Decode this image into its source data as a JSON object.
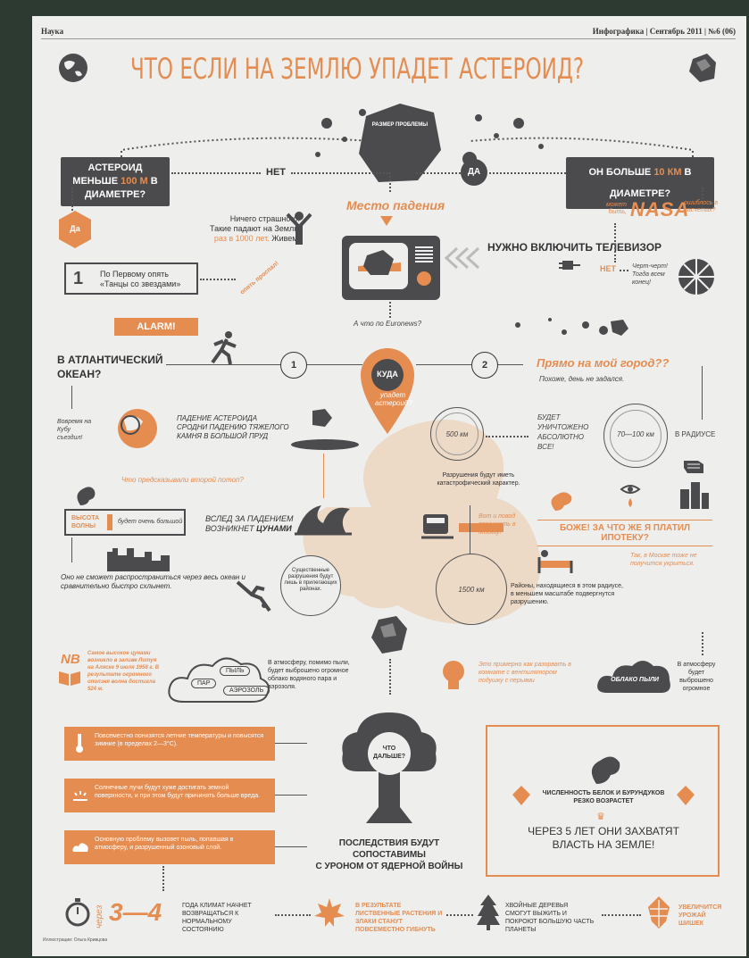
{
  "header": {
    "section": "Наука",
    "issue": "Инфографика | Сентябрь 2011 | №6 (06)"
  },
  "title": "ЧТО ЕСЛИ НА ЗЕМЛЮ УПАДЕТ АСТЕРОИД?",
  "top": {
    "problem_size": "РАЗМЕР ПРОБЛЕМЫ",
    "small_q_pre": "АСТЕРОИД МЕНЬШЕ",
    "small_q_hl": "100 М",
    "small_q_post": "В ДИАМЕТРЕ?",
    "no": "НЕТ",
    "yes": "ДА",
    "big_q_pre": "ОН БОЛЬШЕ",
    "big_q_hl": "10 КМ",
    "big_q_post": "В ДИАМЕТРЕ?",
    "impact_site": "Место падения",
    "da": "Да",
    "nothing_scary_1": "Ничего страшного!",
    "nothing_scary_2": "Такие падают на Землю",
    "nothing_scary_hl": "раз в 1000 лет.",
    "nothing_scary_3": "Живем!",
    "maybe": "может быть,",
    "nasa": "NASA",
    "nasa_note": "ошиблось в расчетах?",
    "tv": "НУЖНО ВКЛЮЧИТЬ ТЕЛЕВИЗОР",
    "channel_1": "По Первому опять",
    "channel_2": "«Танцы со звездами»",
    "stamp": "опять проспал!",
    "no2": "НЕТ",
    "damn": "Черт-черт! Тогда всем конец!",
    "euronews": "А что по Euronews?",
    "alarm": "ALARM!"
  },
  "middle": {
    "ocean_1": "В АТЛАНТИЧЕСКИЙ",
    "ocean_2": "ОКЕАН?",
    "n1": "1",
    "n2": "2",
    "where_1": "КУДА",
    "where_2": "упадет астероид?",
    "city": "Прямо на мой город??",
    "bad_day": "Похоже, день не задался.",
    "cuba": "Вовремя на Кубу съездил!",
    "pond_1": "ПАДЕНИЕ АСТЕРОИДА",
    "pond_2": "СРОДНИ ПАДЕНИЮ ТЯЖЕЛОГО",
    "pond_3": "КАМНЯ В БОЛЬШОЙ ПРУД",
    "destroyed_1": "БУДЕТ",
    "destroyed_2": "УНИЧТОЖЕНО",
    "destroyed_3": "АБСОЛЮТНО",
    "destroyed_4": "ВСЕ!",
    "km500": "500 км",
    "km70": "70—100 км",
    "radius": "В РАДИУСЕ",
    "catastrophe": "Разрушения будут иметь катастрофический характер.",
    "flood": "Что предсказывали второй потоп?",
    "wave_label": "ВЫСОТА ВОЛНЫ",
    "wave_value": "будет очень большой",
    "tsunami_1": "ВСЛЕД ЗА ПАДЕНИЕМ",
    "tsunami_2": "ВОЗНИКНЕТ",
    "tsunami_3": "ЦУНАМИ",
    "train": "Вот и повод переехать в Москву!",
    "mortgage": "БОЖЕ! ЗА ЧТО ЖЕ Я ПЛАТИЛ ИПОТЕКУ?",
    "moscow": "Так, в Москве тоже не получится укрыться.",
    "spread": "Оно не сможет распространиться через весь океан и сравнительно быстро схлынет.",
    "substantial": "Существенные разрушения будут лишь в прилегающих районах.",
    "km1500": "1500 км",
    "areas": "Районы, находящиеся в этом радиусе, в меньшем масштабе подвергнутся разрушению."
  },
  "lower": {
    "nb": "NB",
    "nb_text": "Самое высокое цунами возникло в заливе Литуя на Аляске 9 июля 1958 г. В результате огромного оползня волна достигла 524 м.",
    "steam": "ПАР",
    "dust": "ПЫЛЬ",
    "aerosol": "АЭРОЗОЛЬ",
    "atmosphere": "В атмосферу, помимо пыли, будет выброшено огромное облако водяного пара и аэрозоля.",
    "pillow": "Это примерно как разорвать в комнате с вентилятором подушку с перьями",
    "dust_cloud": "ОБЛАКО ПЫЛИ",
    "atmosphere_2": "В атмосферу будет выброшено огромное",
    "bar1": "Повсеместно понизятся летние температуры и повысятся зимние (в пределах 2—3°С).",
    "bar2": "Солнечные лучи будут хуже достигать земной поверхности, и при этом будут причинять больше вреда.",
    "bar3": "Основную проблему вызовет пыль, попавшая в атмосферу, и разрушенный озоновый слой.",
    "next": "ЧТО ДАЛЬШЕ?",
    "nuclear_1": "ПОСЛЕДСТВИЯ БУДУТ СОПОСТАВИМЫ",
    "nuclear_2": "С УРОНОМ ОТ ЯДЕРНОЙ ВОЙНЫ",
    "squirrels": "ЧИСЛЕННОСТЬ БЕЛОК И БУРУНДУКОВ РЕЗКО ВОЗРАСТЕТ",
    "rule_1": "ЧЕРЕЗ 5 ЛЕТ ОНИ ЗАХВАТЯТ",
    "rule_2": "ВЛАСТЬ НА ЗЕМЛЕ!"
  },
  "bottom": {
    "after": "через",
    "years": "3—4",
    "climate": "ГОДА КЛИМАТ НАЧНЕТ ВОЗВРАЩАТЬСЯ К НОРМАЛЬНОМУ СОСТОЯНИЮ",
    "plants": "В РЕЗУЛЬТАТЕ ЛИСТВЕННЫЕ РАСТЕНИЯ И ЗЛАКИ СТАНУТ ПОВСЕМЕСТНО ГИБНУТЬ",
    "trees": "ХВОЙНЫЕ ДЕРЕВЬЯ СМОГУТ ВЫЖИТЬ И ПОКРОЮТ БОЛЬШУЮ ЧАСТЬ ПЛАНЕТЫ",
    "cones": "УВЕЛИЧИТСЯ УРОЖАЙ ШИШЕК",
    "credit": "Иллюстрации: Ольга Кривцова"
  },
  "colors": {
    "accent": "#e58c51",
    "dark": "#4b4b4d",
    "paper": "#eeefed"
  }
}
